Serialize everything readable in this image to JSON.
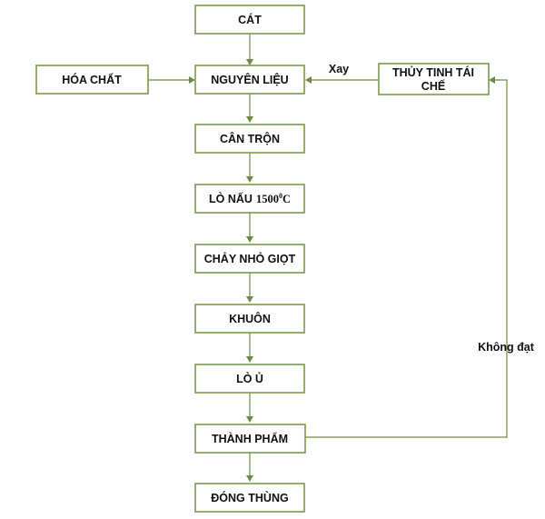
{
  "nodes": {
    "cat": "CÁT",
    "hoa_chat": "HÓA CHẤT",
    "nguyen_lieu": "NGUYÊN LIỆU",
    "thuy_tinh_line1": "THỦY TINH TÁI",
    "thuy_tinh_line2": "CHẾ",
    "can_tron": "CÂN TRỘN",
    "lo_nau_text": "LÒ NẤU",
    "lo_nau_temp": "1500",
    "lo_nau_sup": "0",
    "lo_nau_unit": "C",
    "chay_nho_giot": "CHẢY NHỎ GIỌT",
    "khuon": "KHUÔN",
    "lo_u": "LÒ Ủ",
    "thanh_pham": "THÀNH PHẨM",
    "dong_thung": "ĐÓNG THÙNG"
  },
  "edge_labels": {
    "xay": "Xay",
    "khong_dat": "Không đạt"
  },
  "colors": {
    "border": "#7a9a4a",
    "arrow": "#6e8a44"
  }
}
